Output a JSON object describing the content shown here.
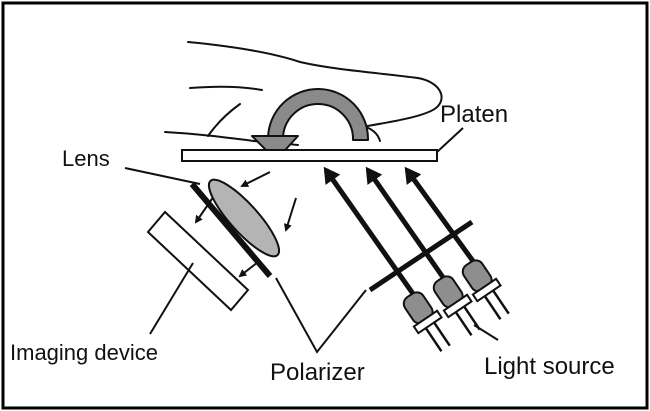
{
  "labels": {
    "platen": "Platen",
    "lens": "Lens",
    "imaging_device": "Imaging device",
    "polarizer": "Polarizer",
    "light_source": "Light source"
  },
  "colors": {
    "frame": "#000000",
    "ink": "#111111",
    "arrow_fill": "#8a8a8a",
    "lens_fill": "#b4b4b4",
    "led_fill": "#8e8e8e",
    "background": "#ffffff"
  },
  "icons": {
    "finger": "finger-icon",
    "rotation_arrow": "curved-arrow-icon",
    "led": "led-icon"
  }
}
